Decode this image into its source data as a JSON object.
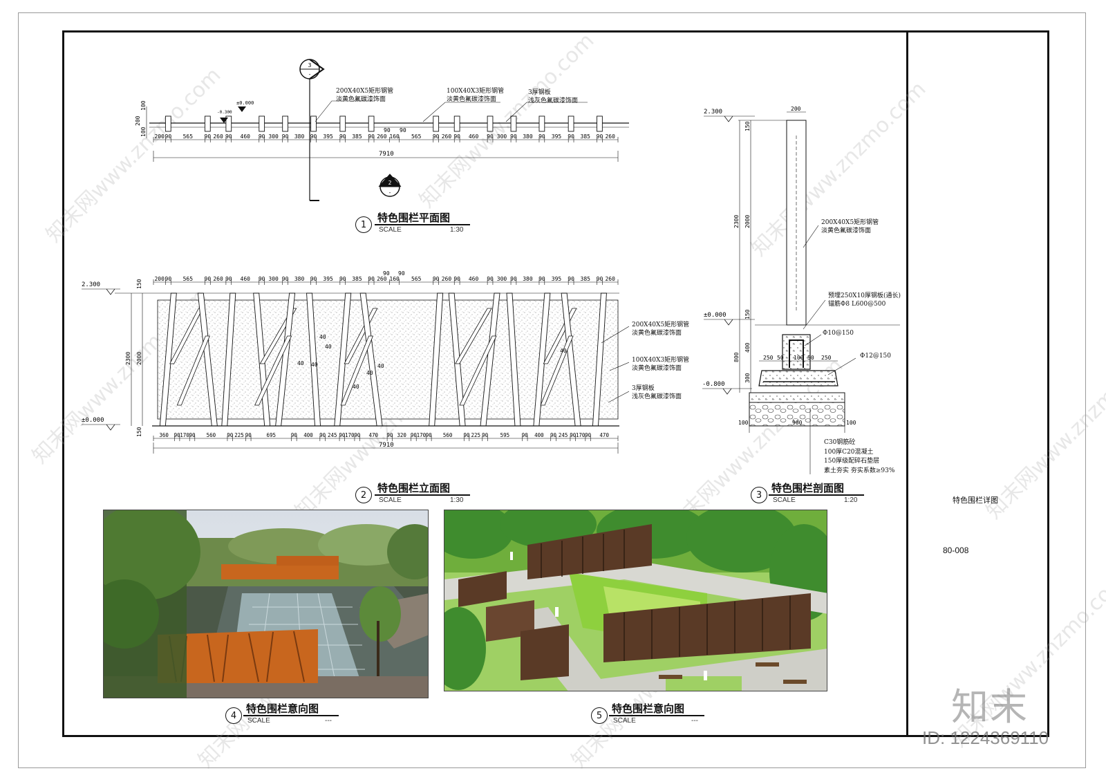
{
  "sheet": {
    "sheet_title": "特色围栏详图",
    "sheet_number": "80-008",
    "brand_logo": "知末",
    "id_text": "ID: 1224369110",
    "watermark": "知末网www.znzmo.com"
  },
  "plan": {
    "number": "1",
    "title": "特色围栏平面图",
    "scale_label": "SCALE",
    "scale": "1:30",
    "total": "7910",
    "dims": [
      "200",
      "90",
      "565",
      "90",
      "260",
      "90",
      "460",
      "90",
      "300",
      "90",
      "380",
      "90",
      "395",
      "90",
      "385",
      "90",
      "260",
      "160",
      "565",
      "90",
      "260",
      "90",
      "460",
      "90",
      "300",
      "90",
      "380",
      "90",
      "395",
      "90",
      "385",
      "90",
      "260"
    ],
    "dims_top": [
      "90",
      "90"
    ],
    "left_dims": [
      "100",
      "200",
      "100"
    ],
    "levels": [
      "-0.300",
      "±0.000"
    ],
    "section_top_num": "3",
    "section_top_sub": "-",
    "section_bottom_num": "2",
    "section_bottom_sub": "-",
    "notes": [
      {
        "l1": "200X40X5矩形钢管",
        "l2": "淡黄色氟碳漆饰面"
      },
      {
        "l1": "100X40X3矩形钢管",
        "l2": "淡黄色氟碳漆饰面"
      },
      {
        "l1": "3厚钢板",
        "l2": "浅灰色氟碳漆饰面"
      }
    ]
  },
  "elevation": {
    "number": "2",
    "title": "特色围栏立面图",
    "scale_label": "SCALE",
    "scale": "1:30",
    "total": "7910",
    "top_dims": [
      "200",
      "90",
      "565",
      "90",
      "260",
      "90",
      "460",
      "90",
      "300",
      "90",
      "380",
      "90",
      "395",
      "90",
      "385",
      "90",
      "260",
      "160",
      "565",
      "90",
      "260",
      "90",
      "460",
      "90",
      "300",
      "90",
      "380",
      "90",
      "395",
      "90",
      "385",
      "90",
      "260"
    ],
    "top_dims_extra": [
      "90",
      "90"
    ],
    "bottom_dims": [
      "360",
      "90",
      "170",
      "90",
      "560",
      "90",
      "225",
      "90",
      "695",
      "90",
      "400",
      "90",
      "245",
      "90",
      "170",
      "90",
      "470",
      "90",
      "320",
      "90",
      "170",
      "90",
      "560",
      "90",
      "225",
      "90",
      "595",
      "90",
      "400",
      "90",
      "245",
      "90",
      "170",
      "90",
      "470"
    ],
    "left_dims": [
      "150",
      "2300",
      "2000",
      "150"
    ],
    "levels": [
      "2.300",
      "±0.000"
    ],
    "angles": [
      "40",
      "40",
      "40",
      "40",
      "40",
      "40",
      "40",
      "40"
    ],
    "notes": [
      {
        "l1": "200X40X5矩形钢管",
        "l2": "淡黄色氟碳漆饰面"
      },
      {
        "l1": "100X40X3矩形钢管",
        "l2": "淡黄色氟碳漆饰面"
      },
      {
        "l1": "3厚钢板",
        "l2": "浅灰色氟碳漆饰面"
      }
    ]
  },
  "section": {
    "number": "3",
    "title": "特色围栏剖面图",
    "scale_label": "SCALE",
    "scale": "1:20",
    "levels": [
      "2.300",
      "±0.000",
      "-0.800"
    ],
    "dims_top": "200",
    "dims_left": [
      "150",
      "2300",
      "2000",
      "150",
      "400",
      "800",
      "300"
    ],
    "dims_base": [
      "250",
      "50",
      "100",
      "50",
      "250"
    ],
    "dims_foot": [
      "100",
      "900",
      "100"
    ],
    "notes": {
      "tube1": "200X40X5矩形钢管",
      "tube2": "淡黄色氟碳漆饰面",
      "plate1": "预埋250X10厚钢板(通长)",
      "plate2": "锚筋Φ8 L600@500",
      "rebar1": "Φ10@150",
      "rebar2": "Φ12@150",
      "layers": [
        "C30钢筋砼",
        "100厚C20混凝土",
        "150厚级配碎石垫层",
        "素土夯实  夯实系数≥93%"
      ]
    }
  },
  "photo4": {
    "number": "4",
    "title": "特色围栏意向图",
    "scale_label": "SCALE",
    "scale": "---"
  },
  "photo5": {
    "number": "5",
    "title": "特色围栏意向图",
    "scale_label": "SCALE",
    "scale": "---"
  },
  "colors": {
    "line": "#111111",
    "fence_orange": "#c8661e",
    "fence_brown": "#5a3a26",
    "grass": "#7cc83a",
    "tree": "#3f8c2e",
    "water": "#5f6b5a"
  }
}
